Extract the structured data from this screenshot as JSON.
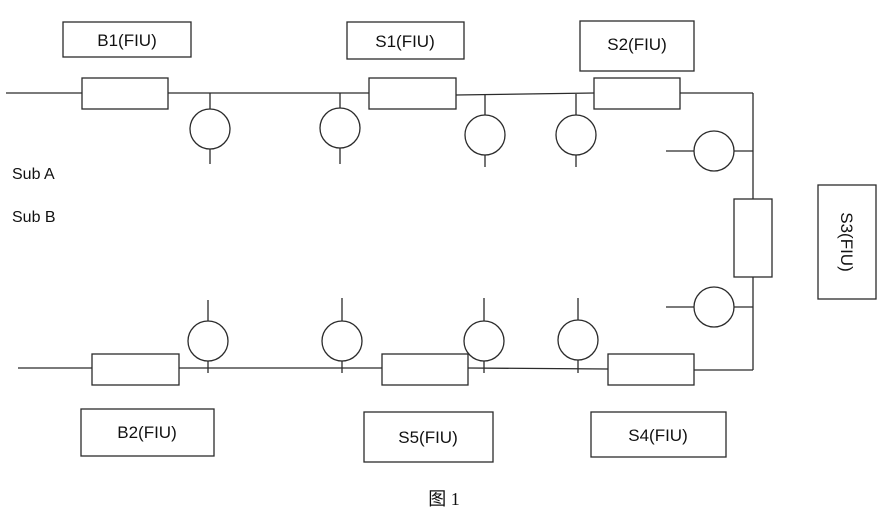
{
  "labels": {
    "b1": "B1(FIU)",
    "s1": "S1(FIU)",
    "s2": "S2(FIU)",
    "s3": "S3(FIU)",
    "s4": "S4(FIU)",
    "s5": "S5(FIU)",
    "b2": "B2(FIU)"
  },
  "substations": {
    "a": "Sub A",
    "b": "Sub B"
  },
  "caption": "图 1"
}
